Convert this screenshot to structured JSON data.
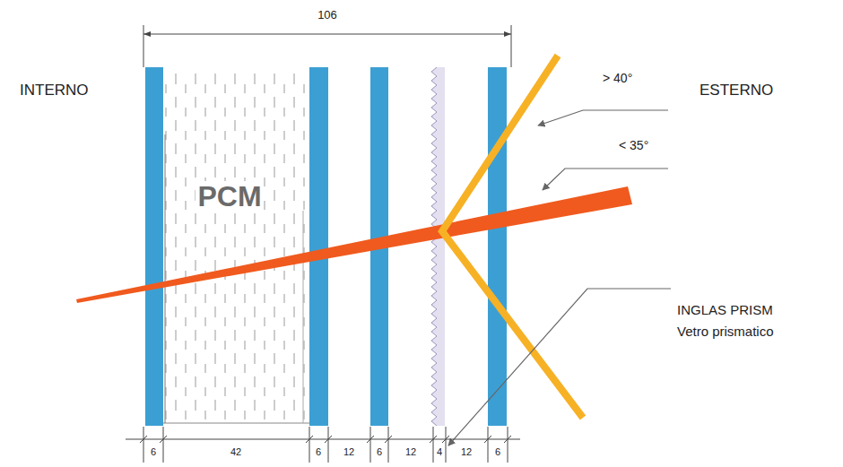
{
  "diagram": {
    "labels": [
      "106",
      "INTERNO",
      "> 40°",
      "ESTERNO",
      "< 35°",
      "PCM",
      "INGLAS PRISM",
      "Vetro prismatico",
      "6",
      "42",
      "6",
      "12",
      "6",
      "12",
      "4",
      "12",
      "6"
    ]
  }
}
